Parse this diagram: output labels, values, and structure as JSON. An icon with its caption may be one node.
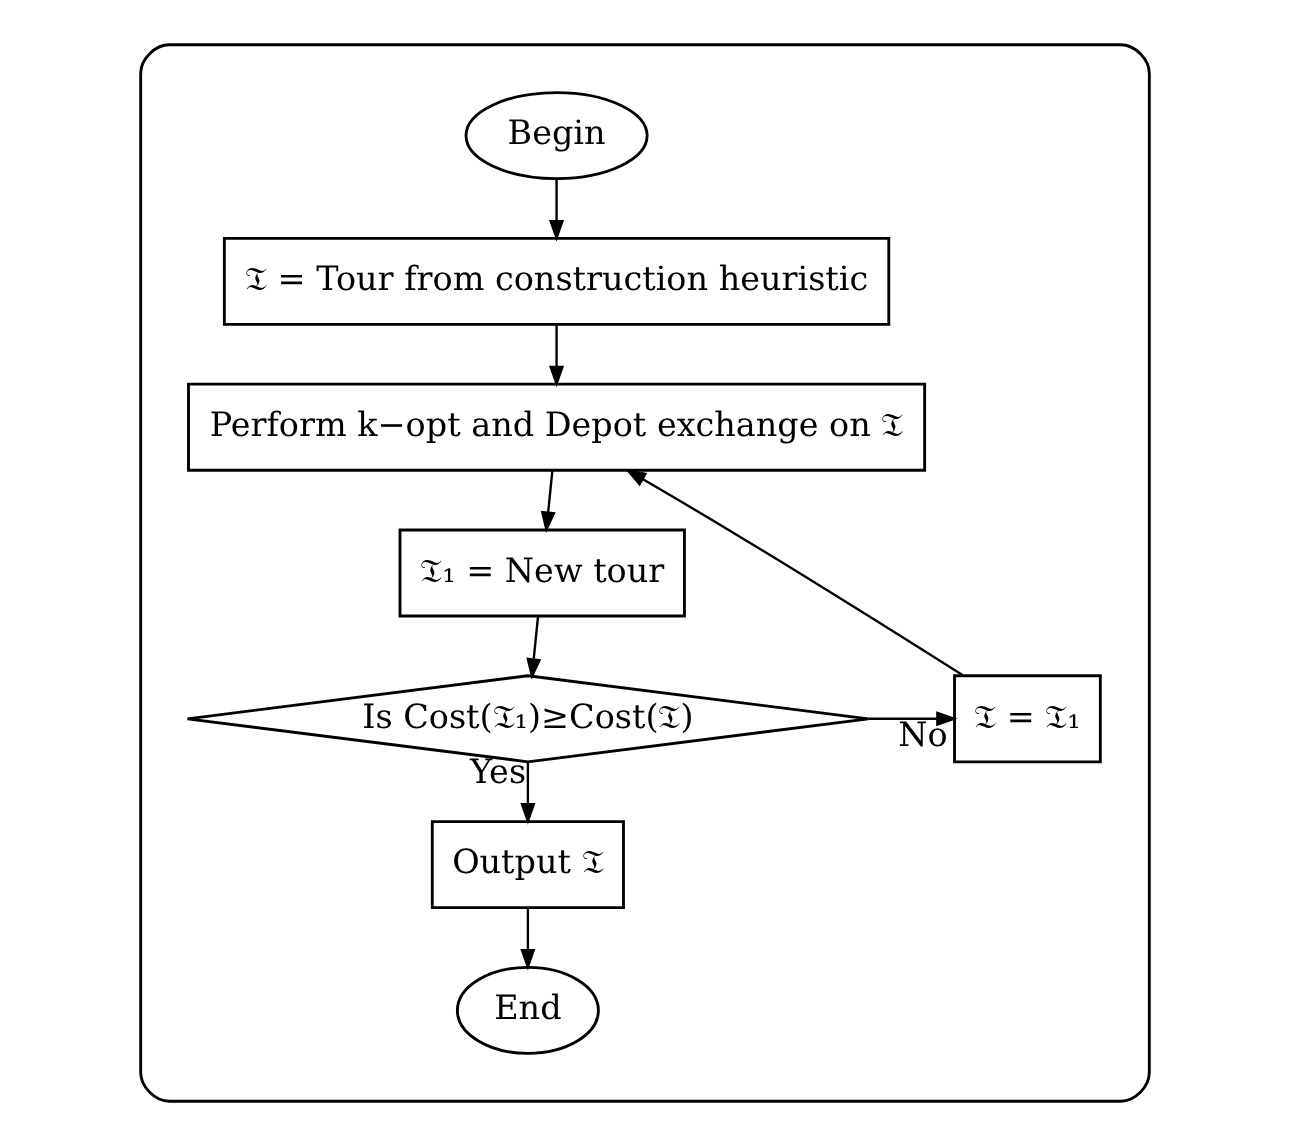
{
  "diagram": {
    "nodes": [
      {
        "text": [],
        "shape": "box"
      },
      {
        "text": [
          "Begin"
        ],
        "in": 0
      },
      {
        "text": [
          "𝔗 = Tour from construction heuristic"
        ],
        "in": 0
      },
      {
        "text": [
          "Perform k−opt and Depot exchange on 𝔗"
        ],
        "in": 0
      },
      {
        "text": [
          "𝔗₁ = New tour"
        ],
        "in": 0
      },
      {
        "text": [
          "Is Cost(𝔗₁)≥Cost(𝔗)"
        ],
        "in": 0
      },
      {
        "text": [
          "𝔗 = 𝔗₁"
        ],
        "in": 0
      },
      {
        "text": [
          "Output 𝔗"
        ],
        "in": 0
      },
      {
        "text": [
          "End"
        ],
        "in": 0
      }
    ],
    "edges": [
      {
        "from": 1,
        "to": 2,
        "arrow": "to"
      },
      {
        "from": 2,
        "to": 3,
        "arrow": "to"
      },
      {
        "from": 3,
        "to": 4,
        "arrow": "to"
      },
      {
        "from": 4,
        "to": 5,
        "arrow": "to"
      },
      {
        "from": 5,
        "to": 6,
        "arrow": "to",
        "label": "No"
      },
      {
        "from": 6,
        "to": 3,
        "arrow": "to"
      },
      {
        "from": 5,
        "to": 7,
        "arrow": "to",
        "label": "Yes"
      },
      {
        "from": 7,
        "to": 8,
        "arrow": "to"
      }
    ]
  }
}
